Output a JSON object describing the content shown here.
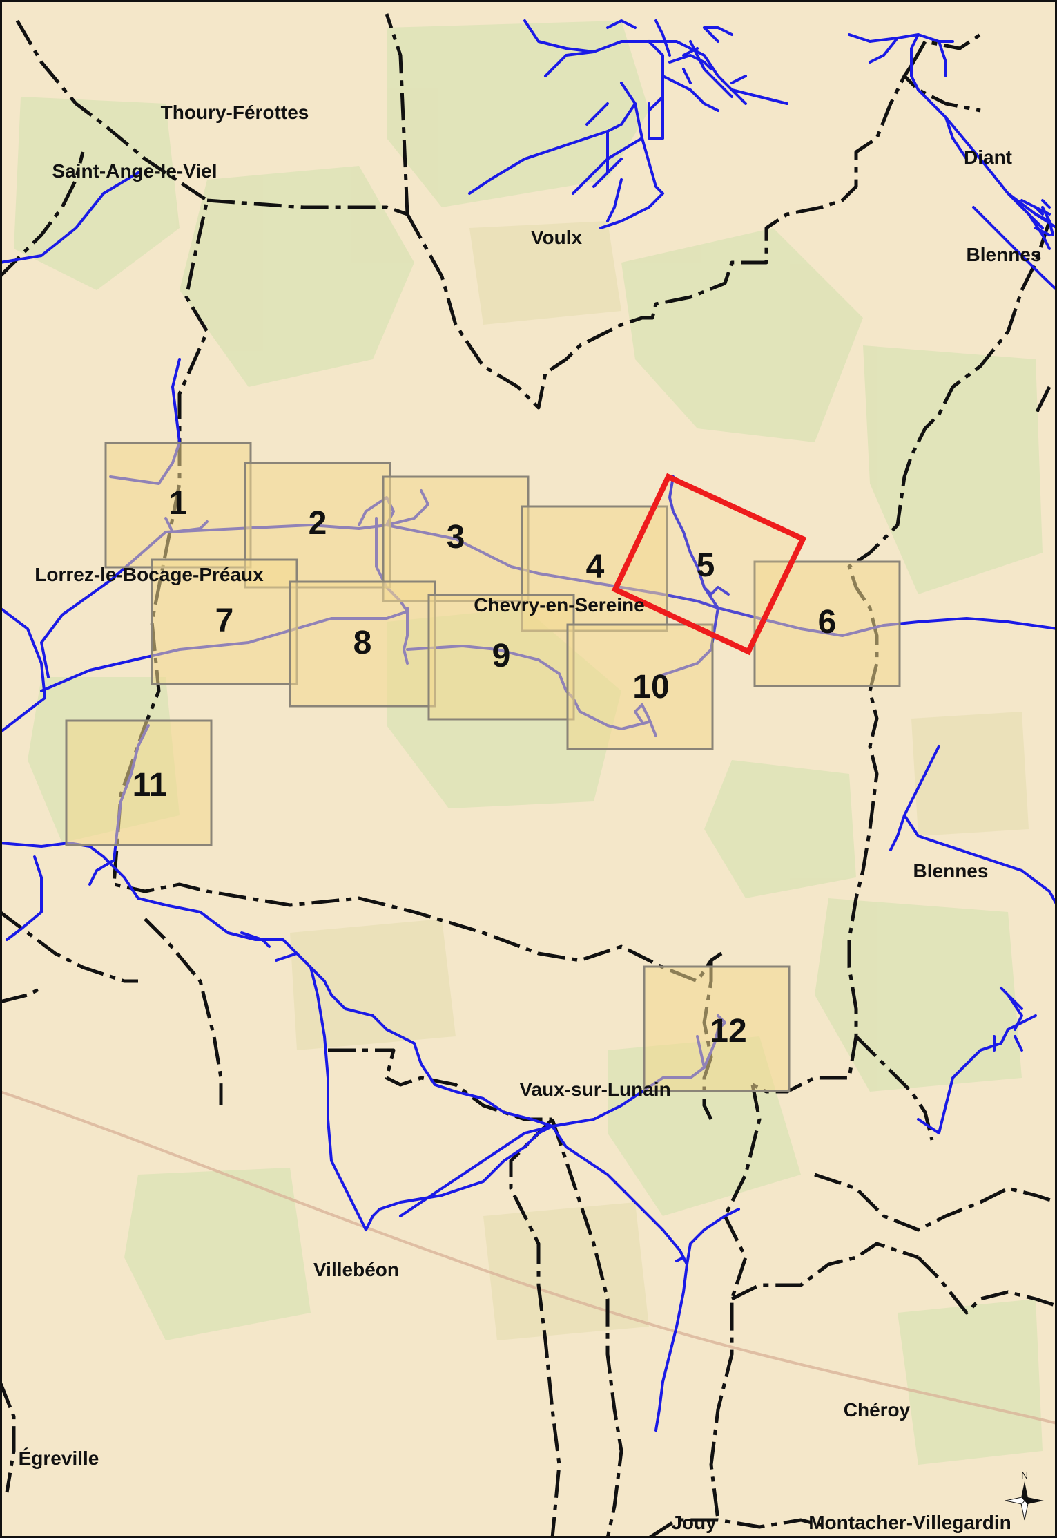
{
  "map": {
    "colors": {
      "background": "#f4e7c9",
      "woodland": "#dfe3b8",
      "field_patch": "#e9e0b6",
      "commune_boundary": "#111111",
      "watercourse": "#1a1ae6",
      "tile_fill": "#f2d98f",
      "tile_stroke": "#8a8478",
      "highlight": "#ee1c1c",
      "frame": "#111111",
      "road": "#d9b49a"
    },
    "communes": [
      {
        "id": "thoury-ferottes",
        "name": "Thoury-Férottes"
      },
      {
        "id": "saint-ange-le-viel",
        "name": "Saint-Ange-le-Viel"
      },
      {
        "id": "voulx",
        "name": "Voulx"
      },
      {
        "id": "diant",
        "name": "Diant"
      },
      {
        "id": "blennes-north",
        "name": "Blennes"
      },
      {
        "id": "lorrez-le-bocage-preaux",
        "name": "Lorrez-le-Bocage-Préaux"
      },
      {
        "id": "chevry-en-sereine",
        "name": "Chevry-en-Sereine"
      },
      {
        "id": "blennes-east",
        "name": "Blennes"
      },
      {
        "id": "vaux-sur-lunain",
        "name": "Vaux-sur-Lunain"
      },
      {
        "id": "villebeon",
        "name": "Villebéon"
      },
      {
        "id": "cheroy",
        "name": "Chéroy"
      },
      {
        "id": "egreville",
        "name": "Égreville"
      },
      {
        "id": "jouy",
        "name": "Jouy"
      },
      {
        "id": "montacher-villegardin",
        "name": "Montacher-Villegardin"
      }
    ],
    "tiles": [
      {
        "id": "1",
        "label": "1"
      },
      {
        "id": "2",
        "label": "2"
      },
      {
        "id": "3",
        "label": "3"
      },
      {
        "id": "4",
        "label": "4"
      },
      {
        "id": "5",
        "label": "5",
        "highlighted": true
      },
      {
        "id": "6",
        "label": "6"
      },
      {
        "id": "7",
        "label": "7"
      },
      {
        "id": "8",
        "label": "8"
      },
      {
        "id": "9",
        "label": "9"
      },
      {
        "id": "10",
        "label": "10"
      },
      {
        "id": "11",
        "label": "11"
      },
      {
        "id": "12",
        "label": "12"
      }
    ],
    "north_arrow": {
      "letter": "N",
      "icon": "north-arrow-icon"
    }
  }
}
